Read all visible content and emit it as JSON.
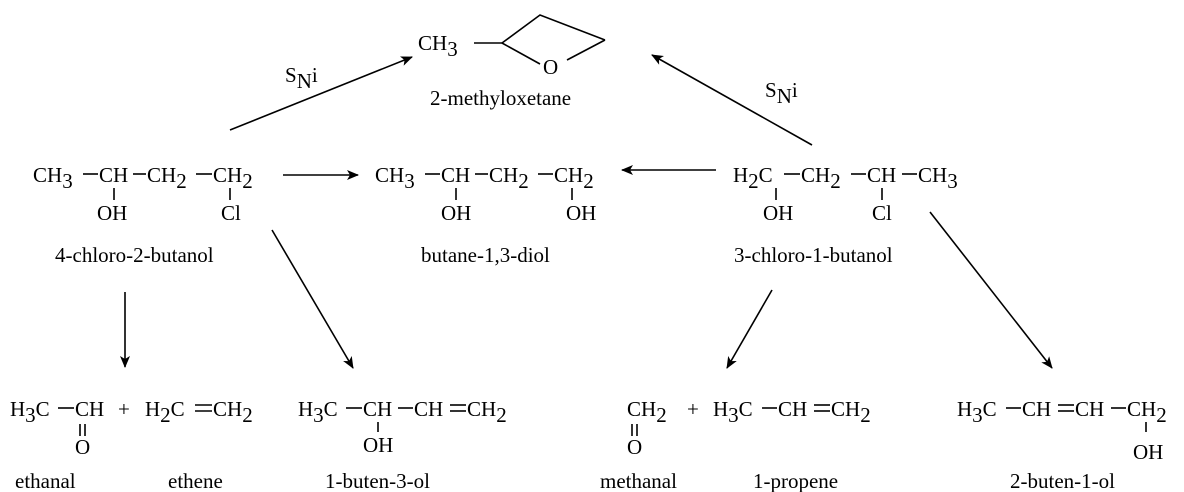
{
  "compounds": {
    "chloro2butanol": {
      "name": "4-chloro-2-butanol",
      "ch3": "CH",
      "ch3_sub": "3",
      "ch": "CH",
      "ch2": "CH",
      "ch2_sub": "2",
      "ch2cl": "CH",
      "ch2cl_sub": "2",
      "oh": "OH",
      "cl": "Cl"
    },
    "butanediol": {
      "name": "butane-1,3-diol",
      "ch3": "CH",
      "ch3_sub": "3",
      "ch": "CH",
      "ch2": "CH",
      "ch2_sub": "2",
      "ch2end": "CH",
      "ch2end_sub": "2",
      "oh1": "OH",
      "oh2": "OH"
    },
    "chloro1butanol": {
      "name": "3-chloro-1-butanol",
      "h2c": "H",
      "h2c_sub": "2",
      "h2c_c": "C",
      "ch2": "CH",
      "ch2_sub": "2",
      "ch": "CH",
      "ch3": "CH",
      "ch3_sub": "3",
      "oh": "OH",
      "cl": "Cl"
    },
    "methyloxetane": {
      "name": "2-methyloxetane",
      "ch3": "CH",
      "ch3_sub": "3",
      "o": "O"
    },
    "ethanal": {
      "name": "ethanal",
      "h3c": "H",
      "h3c_sub": "3",
      "h3c_c": "C",
      "ch": "CH",
      "o": "O"
    },
    "ethene": {
      "name": "ethene",
      "left": "H",
      "left_sub": "2",
      "left_c": "C",
      "right": "CH",
      "right_sub": "2"
    },
    "butenol3": {
      "name": "1-buten-3-ol",
      "h3c": "H",
      "h3c_sub": "3",
      "h3c_c": "C",
      "ch": "CH",
      "ch_b": "CH",
      "ch2": "CH",
      "ch2_sub": "2",
      "oh": "OH"
    },
    "methanal": {
      "name": "methanal",
      "ch2": "CH",
      "ch2_sub": "2",
      "o": "O"
    },
    "propene": {
      "name": "1-propene",
      "h3c": "H",
      "h3c_sub": "3",
      "h3c_c": "C",
      "ch": "CH",
      "ch2": "CH",
      "ch2_sub": "2"
    },
    "butenol1": {
      "name": "2-buten-1-ol",
      "h3c": "H",
      "h3c_sub": "3",
      "h3c_c": "C",
      "ch_a": "CH",
      "ch_b": "CH",
      "ch2": "CH",
      "ch2_sub": "2",
      "oh": "OH"
    }
  },
  "labels": {
    "sni_left": "S",
    "sni_left_sub": "N",
    "sni_left_i": "i",
    "sni_right": "S",
    "sni_right_sub": "N",
    "sni_right_i": "i",
    "plus_left": "+",
    "plus_right": "+"
  }
}
